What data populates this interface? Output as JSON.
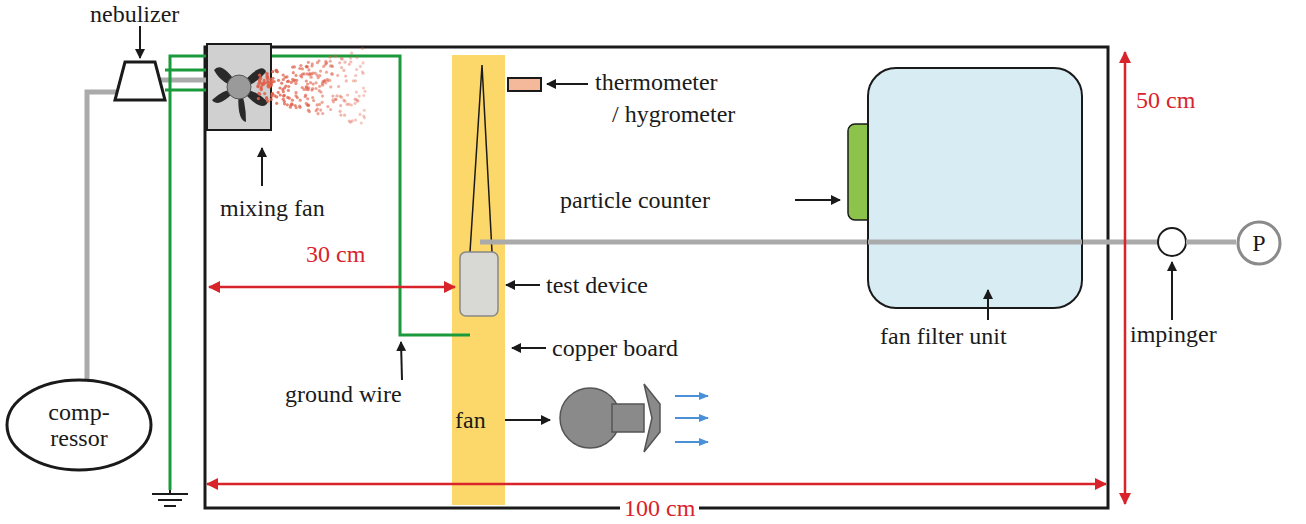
{
  "diagram": {
    "nodes": [
      {
        "text": [
          "comp- ressor"
        ]
      },
      {
        "text": [
          "P"
        ]
      }
    ],
    "labels": [
      "nebulizer",
      "thermometer",
      "/ hygrometer",
      "50 cm",
      "mixing fan",
      "particle counter",
      "30 cm",
      "test device",
      "copper board",
      "fan filter unit",
      "impinger",
      "ground wire",
      "fan",
      "100 cm"
    ]
  }
}
